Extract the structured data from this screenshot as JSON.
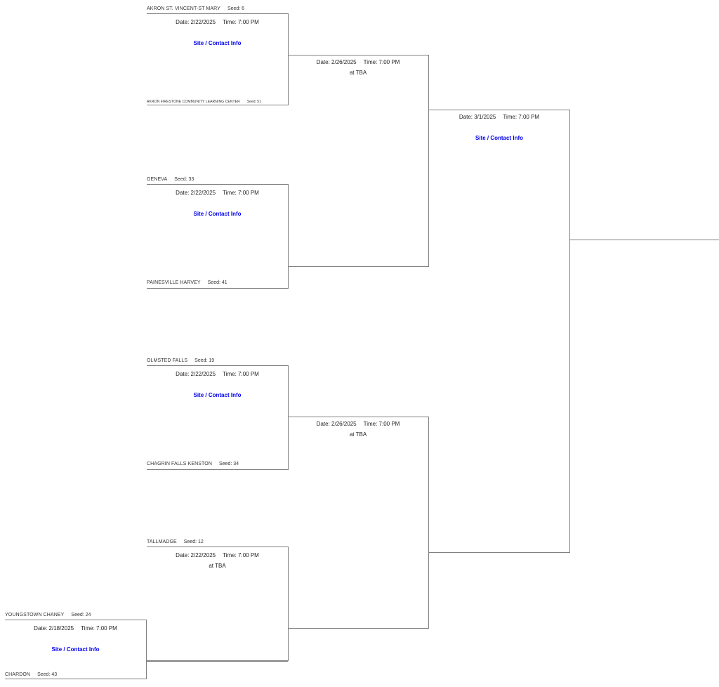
{
  "bracket": {
    "line_color": "#808080",
    "link_color": "#0000ee",
    "text_color": "#222222",
    "label_color": "#333333",
    "labels": {
      "date_prefix": "Date:",
      "time_prefix": "Time:",
      "seed_prefix": "Seed:",
      "site_link": "Site / Contact Info",
      "site_tba": "at TBA"
    },
    "rounds": [
      {
        "name": "first-round",
        "matches": [
          {
            "id": "r1m0",
            "top_team": {
              "name": "YOUNGSTOWN CHANEY",
              "seed": "Seed: 24"
            },
            "bottom_team": {
              "name": "CHARDON",
              "seed": "Seed: 43"
            },
            "date": "Date: 2/18/2025",
            "time": "Time: 7:00 PM",
            "site": "Site / Contact Info",
            "site_is_link": true
          }
        ]
      },
      {
        "name": "sectional-final",
        "matches": [
          {
            "id": "r2m0",
            "top_team": {
              "name": "AKRON ST. VINCENT-ST MARY",
              "seed": "Seed: 6"
            },
            "bottom_team": {
              "name": "AKRON FIRESTONE COMMUNITY LEARNING CENTER",
              "seed": "Seed: 51"
            },
            "date": "Date: 2/22/2025",
            "time": "Time: 7:00 PM",
            "site": "Site / Contact Info",
            "site_is_link": true
          },
          {
            "id": "r2m1",
            "top_team": {
              "name": "GENEVA",
              "seed": "Seed: 33"
            },
            "bottom_team": {
              "name": "PAINESVILLE HARVEY",
              "seed": "Seed: 41"
            },
            "date": "Date: 2/22/2025",
            "time": "Time: 7:00 PM",
            "site": "Site / Contact Info",
            "site_is_link": true
          },
          {
            "id": "r2m2",
            "top_team": {
              "name": "OLMSTED FALLS",
              "seed": "Seed: 19"
            },
            "bottom_team": {
              "name": "CHAGRIN FALLS KENSTON",
              "seed": "Seed: 34"
            },
            "date": "Date: 2/22/2025",
            "time": "Time: 7:00 PM",
            "site": "Site / Contact Info",
            "site_is_link": true
          },
          {
            "id": "r2m3",
            "top_team": {
              "name": "TALLMADGE",
              "seed": "Seed: 12"
            },
            "bottom_team": {
              "name": "",
              "seed": ""
            },
            "date": "Date: 2/22/2025",
            "time": "Time: 7:00 PM",
            "site": "at TBA",
            "site_is_link": false
          }
        ]
      },
      {
        "name": "district-semifinal",
        "matches": [
          {
            "id": "r3m0",
            "date": "Date: 2/26/2025",
            "time": "Time: 7:00 PM",
            "site": "at TBA",
            "site_is_link": false
          },
          {
            "id": "r3m1",
            "date": "Date: 2/26/2025",
            "time": "Time: 7:00 PM",
            "site": "at TBA",
            "site_is_link": false
          }
        ]
      },
      {
        "name": "district-final",
        "matches": [
          {
            "id": "r4m0",
            "date": "Date: 3/1/2025",
            "time": "Time: 7:00 PM",
            "site": "Site / Contact Info",
            "site_is_link": true
          }
        ]
      }
    ]
  }
}
